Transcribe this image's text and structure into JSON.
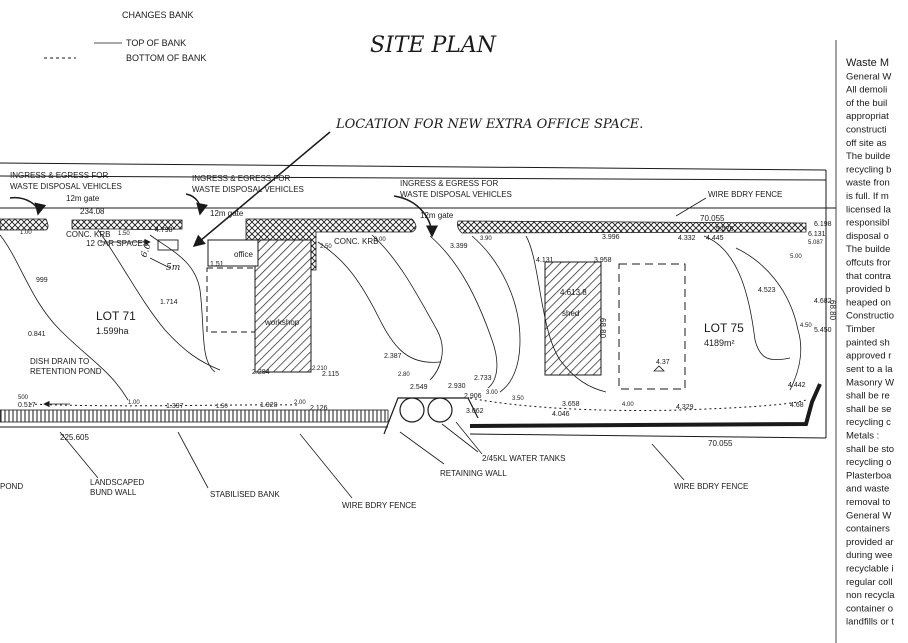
{
  "title": "SITE PLAN",
  "callout": "LOCATION FOR NEW EXTRA OFFICE SPACE.",
  "legend": {
    "top": "TOP OF BANK",
    "bottom": "BOTTOM OF BANK",
    "cutoff": "CHANGES BANK"
  },
  "gates": [
    {
      "ingress": "INGRESS & EGRESS FOR",
      "vehicles": "WASTE DISPOSAL VEHICLES",
      "gate": "12m gate"
    },
    {
      "ingress": "INGRESS & EGRESS FOR",
      "vehicles": "WASTE DISPOSAL VEHICLES",
      "gate": "12m gate"
    },
    {
      "ingress": "INGRESS & EGRESS FOR",
      "vehicles": "WASTE DISPOSAL VEHICLES",
      "gate": "12m gate"
    }
  ],
  "lots": {
    "lot71_name": "LOT 71",
    "lot71_area": "1.599ha",
    "lot75_name": "LOT 75",
    "lot75_area": "4189m²"
  },
  "buildings": {
    "office": "office",
    "workshop": "workshop",
    "shed": "shed",
    "shed_num": "4.613.8",
    "shed_dim": "68.80"
  },
  "labels": {
    "conc_krb_1": "CONC. KRB",
    "conc_krb_2": "CONC. KRB",
    "car_spaces": "12 CAR SPACES",
    "dish_drain_1": "DISH DRAIN TO",
    "dish_drain_2": "RETENTION POND",
    "landscaped_1": "LANDSCAPED",
    "landscaped_2": "BUND WALL",
    "stabilised_bank": "STABILISED BANK",
    "wire_fence_bottom": "WIRE BDRY FENCE",
    "retaining_wall": "RETAINING WALL",
    "water_tanks": "2/45KL WATER TANKS",
    "wire_fence_right": "WIRE BDRY FENCE",
    "wire_fence_top": "WIRE BDRY FENCE",
    "pond": "POND",
    "hand_dim_1": "5m",
    "hand_dim_2": "6.0"
  },
  "dims": {
    "d1": "234.08",
    "d2": "225.605",
    "d3": "70.055",
    "d4": "70.055",
    "d5": "6.198",
    "d6": "68.80",
    "d7": "1.50",
    "d8": "1.00",
    "d9": "4.798",
    "d10": "999",
    "d11": "1.714",
    "d12": "0.841",
    "d13": "1.00",
    "d14": "500",
    "d15": "0.517",
    "d16": "1.397",
    "d17": "1.920",
    "d18": "2.126",
    "d19": "1.50",
    "d20": "2.00",
    "d21": "2.284",
    "d22": "2.115",
    "d23": "2.210",
    "d24": "2.387",
    "d25": "2.50",
    "d26": "3.00",
    "d27": "3.399",
    "d28": "3.90",
    "d29": "4.131",
    "d30": "3.958",
    "d31": "3.996",
    "d32": "4.332",
    "d33": "4.445",
    "d34": "5.576",
    "d35": "6.131",
    "d36": "5.087",
    "d37": "5.00",
    "d38": "4.523",
    "d39": "4.682",
    "d40": "4.50",
    "d41": "5.450",
    "d42": "4.442",
    "d43": "4.68",
    "d44": "4.329",
    "d45": "4.00",
    "d46": "4.37",
    "d47": "4.046",
    "d48": "3.658",
    "d49": "3.50",
    "d50": "2.906",
    "d51": "3.00",
    "d52": "2.930",
    "d53": "2.549",
    "d54": "2.733",
    "d55": "3.062",
    "d56": "2.80",
    "d57": "1.51"
  },
  "side_panel": [
    "Waste M",
    "General W",
    "All demoli",
    "of the buil",
    "appropriat",
    "constructi",
    "off site as",
    "The builde",
    "recycling b",
    "waste fron",
    "is full.  If m",
    "licensed la",
    "responsibl",
    "disposal o",
    "The builde",
    "offcuts fror",
    "that contra",
    "provided b",
    "heaped on",
    "Constructio",
    "Timber",
    "painted sh",
    "approved r",
    "sent to a la",
    "Masonry W",
    "shall be re",
    "shall be se",
    "recycling c",
    "Metals :",
    "shall be sto",
    "recycling o",
    "Plasterboa",
    "and waste",
    "removal to",
    "General W",
    "containers",
    "provided ar",
    "during wee",
    "recyclable i",
    "regular coll",
    "non recycla",
    "container o",
    "landfills or t"
  ]
}
